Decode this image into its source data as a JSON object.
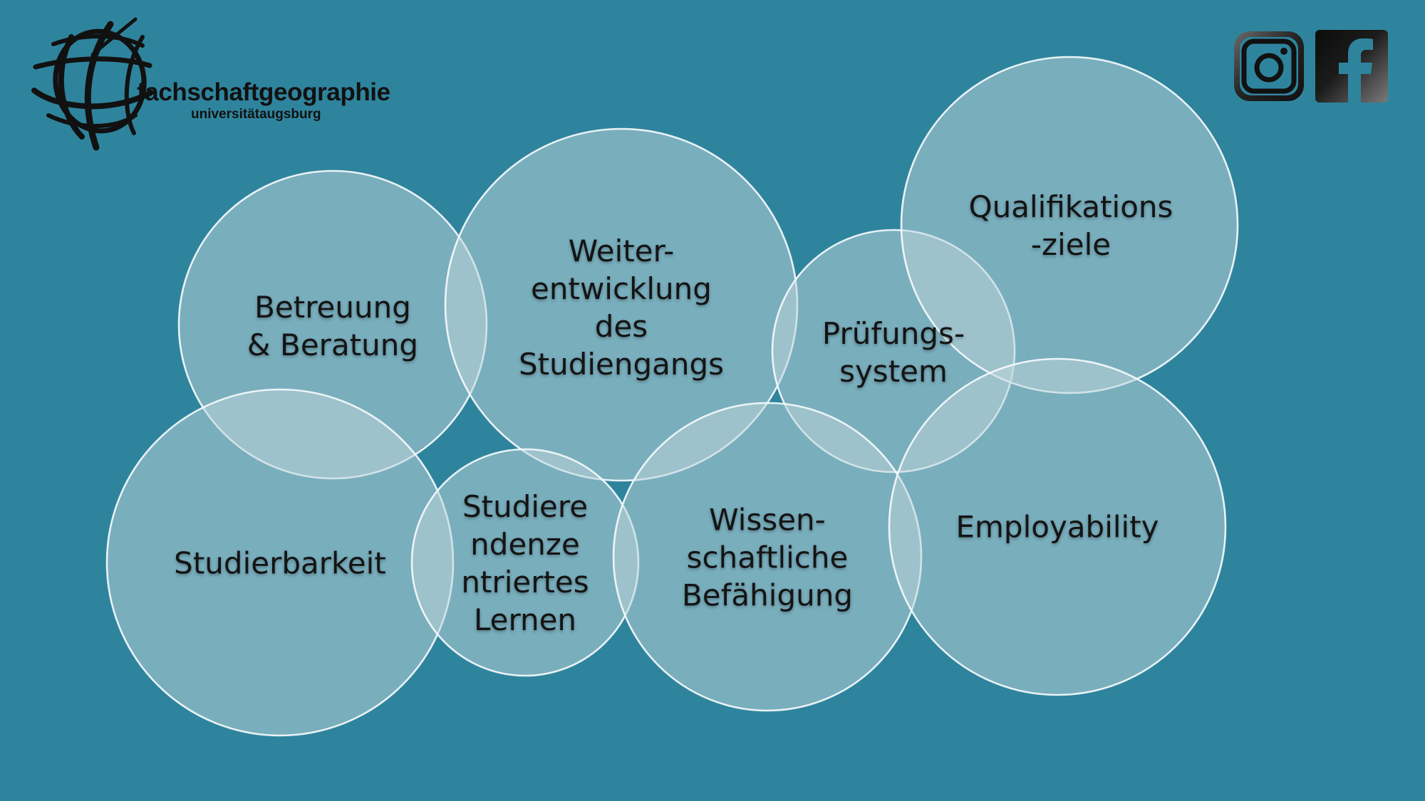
{
  "logo": {
    "title": "fachschaftgeographie",
    "subtitle": "universitätaugsburg",
    "icon": "globe-grid-icon"
  },
  "social": {
    "instagram": {
      "icon": "instagram-icon"
    },
    "facebook": {
      "icon": "facebook-icon"
    }
  },
  "colors": {
    "background": "#2f849d",
    "circle_fill": "#bed4da",
    "circle_stroke": "#f5fafc",
    "text": "#141414"
  },
  "diagram": {
    "type": "overlapping-circles",
    "nodes": [
      {
        "id": "betreuung",
        "label": "Betreuung\n& Beratung"
      },
      {
        "id": "weiterentwicklung",
        "label": "Weiter-\nentwicklung\ndes\nStudiengangs"
      },
      {
        "id": "pruefungssystem",
        "label": "Prüfungs-\nsystem"
      },
      {
        "id": "qualifikationsziele",
        "label": "Qualifikations\n-ziele"
      },
      {
        "id": "studierbarkeit",
        "label": "Studierbarkeit"
      },
      {
        "id": "studierendenzentriertes-lernen",
        "label": "Studiere\nndenze\nntriertes\nLernen"
      },
      {
        "id": "wissenschaftliche-befaehigung",
        "label": "Wissen-\nschaftliche\nBefähigung"
      },
      {
        "id": "employability",
        "label": "Employability"
      }
    ]
  }
}
